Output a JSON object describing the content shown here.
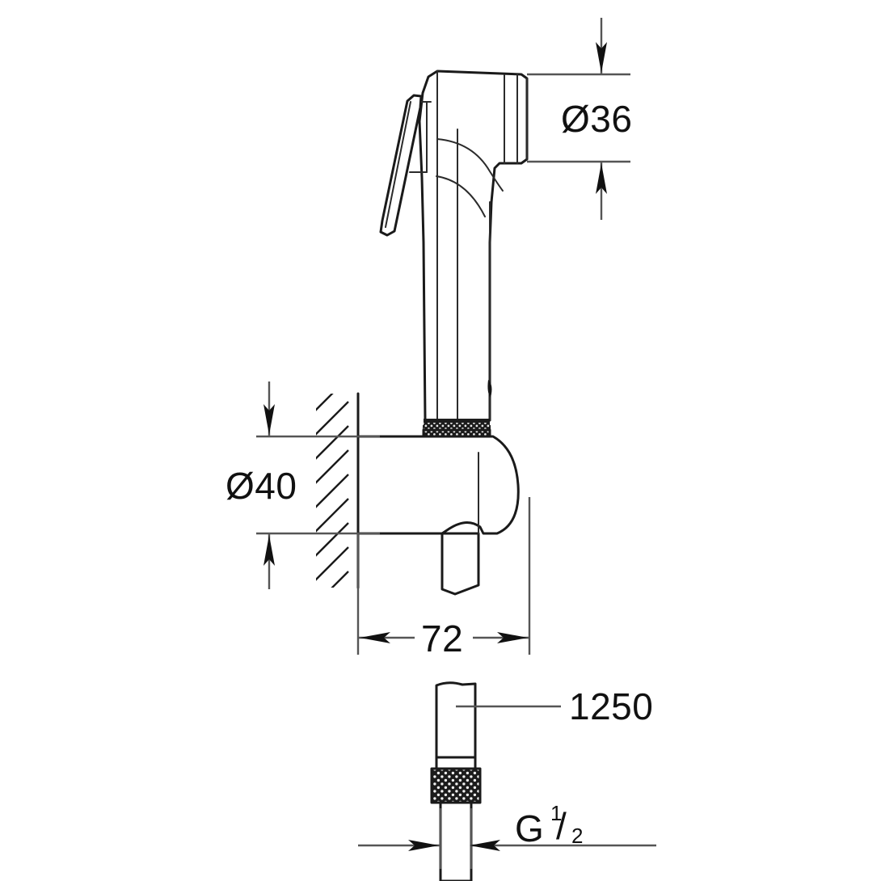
{
  "drawing": {
    "title": "Hand shower spray set technical dimension drawing",
    "background_color": "#ffffff",
    "line_color": "#1a1a1a",
    "dimension_line_color": "#555555",
    "text_color": "#111111",
    "units": "mm",
    "view_count": 2
  },
  "dimensions": {
    "spray_head_diameter": {
      "label": "Ø36",
      "value": "36",
      "symbol": "Ø",
      "orientation": "vertical",
      "position": "top-right"
    },
    "wall_bracket_diameter": {
      "label": "Ø40",
      "value": "40",
      "symbol": "Ø",
      "orientation": "vertical",
      "position": "middle-left"
    },
    "projection_from_wall": {
      "label": "72",
      "value": "72",
      "orientation": "horizontal",
      "position": "below-bracket"
    },
    "hose_length": {
      "label": "1250",
      "value": "1250",
      "orientation": "leader",
      "position": "lower-right"
    },
    "thread_size": {
      "label": "G",
      "numerator": "1",
      "fraction_slash": "/",
      "denominator": "2",
      "full_label": "G 1/2",
      "orientation": "horizontal",
      "position": "bottom"
    }
  },
  "components": {
    "spray_head": "hand-spray-head",
    "trigger_lever": "trigger-lever",
    "handle_shaft": "handle-shaft",
    "knurled_collar": "knurled-collar",
    "wall": "hatched-wall-section",
    "wall_bracket": "wall-bracket",
    "hose_end": "hose-end-fitting",
    "hose_nut": "knurled-hose-nut"
  }
}
